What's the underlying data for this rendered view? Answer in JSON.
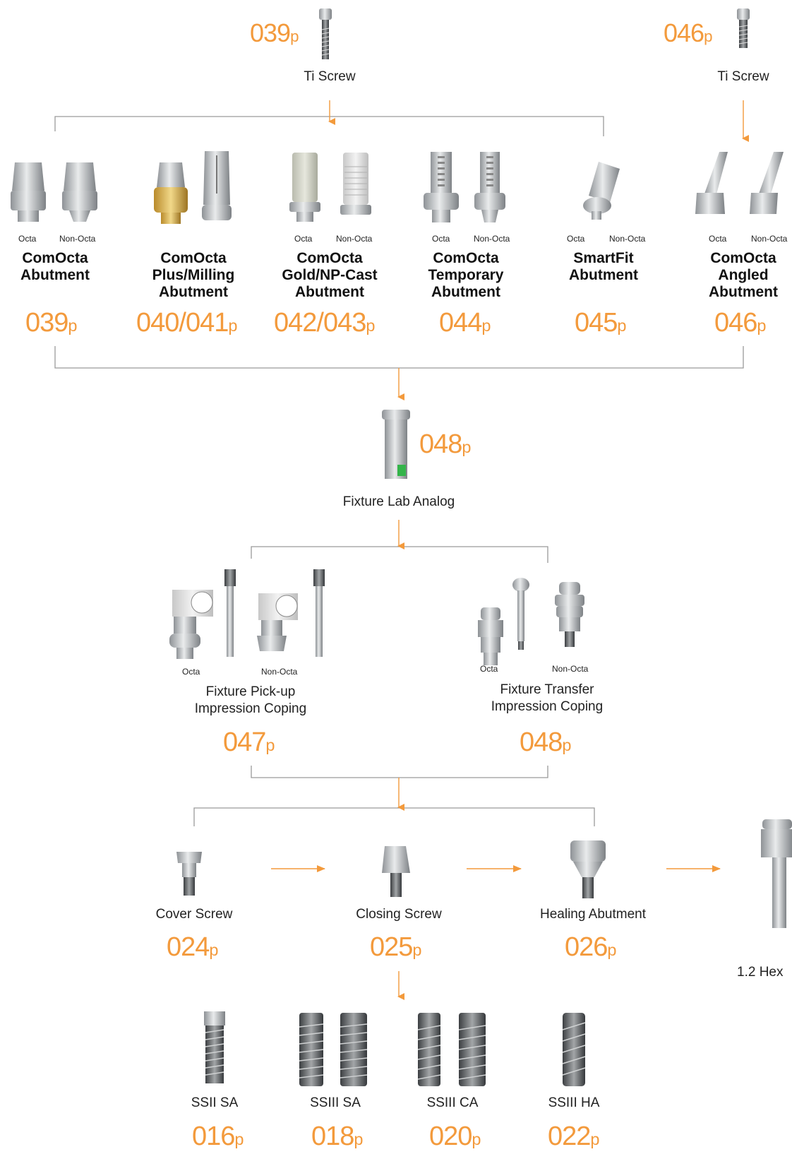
{
  "colors": {
    "accent": "#f39a3c",
    "line": "#9a9a9a",
    "metal": "#b8bbbe"
  },
  "top_left": {
    "page": "039",
    "suffix": "p",
    "label": "Ti Screw"
  },
  "top_right": {
    "page": "046",
    "suffix": "p",
    "label": "Ti Screw"
  },
  "abutments": [
    {
      "octa": "Octa",
      "non_octa": "Non-Octa",
      "title_line1": "ComOcta",
      "title_line2": "Abutment",
      "title_line3": "",
      "page": "039",
      "suffix": "p"
    },
    {
      "octa": "",
      "non_octa": "",
      "title_line1": "ComOcta",
      "title_line2": "Plus/Milling",
      "title_line3": "Abutment",
      "page": "040/041",
      "suffix": "p"
    },
    {
      "octa": "Octa",
      "non_octa": "Non-Octa",
      "title_line1": "ComOcta",
      "title_line2": "Gold/NP-Cast",
      "title_line3": "Abutment",
      "page": "042/043",
      "suffix": "p"
    },
    {
      "octa": "Octa",
      "non_octa": "Non-Octa",
      "title_line1": "ComOcta",
      "title_line2": "Temporary",
      "title_line3": "Abutment",
      "page": "044",
      "suffix": "p"
    },
    {
      "octa": "Octa",
      "non_octa": "Non-Octa",
      "title_line1": "SmartFit",
      "title_line2": "Abutment",
      "title_line3": "",
      "page": "045",
      "suffix": "p"
    },
    {
      "octa": "Octa",
      "non_octa": "Non-Octa",
      "title_line1": "ComOcta",
      "title_line2": "Angled",
      "title_line3": "Abutment",
      "page": "046",
      "suffix": "p"
    }
  ],
  "analog": {
    "page": "048",
    "suffix": "p",
    "label": "Fixture Lab Analog"
  },
  "copings": [
    {
      "octa": "Octa",
      "non_octa": "Non-Octa",
      "line1": "Fixture Pick-up",
      "line2": "Impression Coping",
      "page": "047",
      "suffix": "p"
    },
    {
      "octa": "Octa",
      "non_octa": "Non-Octa",
      "line1": "Fixture Transfer",
      "line2": "Impression Coping",
      "page": "048",
      "suffix": "p"
    }
  ],
  "screws": [
    {
      "label": "Cover Screw",
      "page": "024",
      "suffix": "p"
    },
    {
      "label": "Closing Screw",
      "page": "025",
      "suffix": "p"
    },
    {
      "label": "Healing Abutment",
      "page": "026",
      "suffix": "p"
    }
  ],
  "driver": {
    "label": "1.2 Hex"
  },
  "fixtures": [
    {
      "label": "SSII SA",
      "page": "016",
      "suffix": "p"
    },
    {
      "label": "SSIII SA",
      "page": "018",
      "suffix": "p"
    },
    {
      "label": "SSIII CA",
      "page": "020",
      "suffix": "p"
    },
    {
      "label": "SSIII HA",
      "page": "022",
      "suffix": "p"
    }
  ]
}
